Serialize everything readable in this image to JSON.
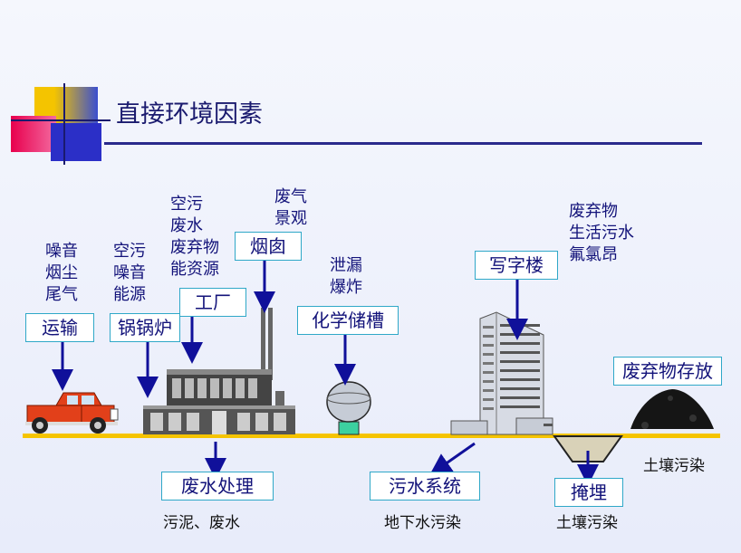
{
  "title": "直接环境因素",
  "labels": {
    "transport": "运输",
    "boiler": "锅锅炉",
    "factory": "工厂",
    "chimney": "烟囱",
    "chemical_tank": "化学储槽",
    "office": "写字楼",
    "waste_storage": "废弃物存放",
    "wastewater_treatment": "废水处理",
    "sewage_system": "污水系统",
    "landfill": "掩埋"
  },
  "notes": {
    "transport": "噪音\n烟尘\n尾气",
    "boiler": "空污\n噪音\n能源",
    "factory": "空污\n废水\n废弃物\n能资源",
    "chimney": "废气\n景观",
    "chemical_tank": "泄漏\n爆炸",
    "office": "废弃物\n生活污水\n氟氯昂",
    "soil_pollution_right": "土壤污染",
    "wastewater_result": "污泥、废水",
    "sewage_result": "地下水污染",
    "landfill_result": "土壤污染"
  },
  "colors": {
    "title": "#1a1a6e",
    "ground": "#f5c400",
    "arrow": "#10109a",
    "box_border": "#2fa8c8"
  }
}
